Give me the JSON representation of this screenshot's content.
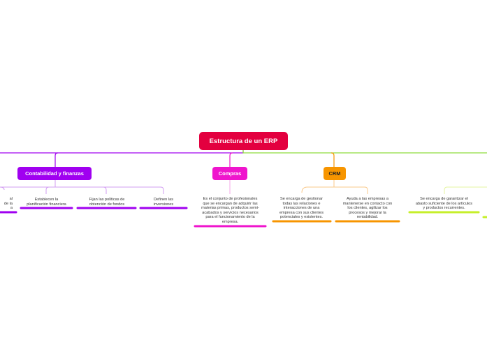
{
  "root": {
    "label": "Estructura de un ERP",
    "color": "#e3003f"
  },
  "branches": {
    "contabilidad": {
      "label": "Contabilidad y finanzas",
      "color": "#a000f0",
      "leaves": {
        "partial": "al\nde la\na",
        "planificacion": "Establecen la\nplanificación financiera",
        "politicas": "Fijan las políticas de\nobtención de fondos",
        "inversiones": "Definen las\ninversiones"
      }
    },
    "compras": {
      "label": "Compras",
      "color": "#ef15cd",
      "leaves": {
        "definicion": "Es el conjunto de profesionales\nque se encargan de adquirir las\nmaterias primas, productos semi-\nacabados y servicios necesarios\npara el funcionamiento de la\nempresa."
      }
    },
    "crm": {
      "label": "CRM",
      "color": "#f79500",
      "leaves": {
        "relaciones": "Se encarga de gestionar\ntodas las relaciones e\ninteracciones de una\nempresa con sus clientes\npotenciales y existentes.",
        "contacto": "Ayuda a las empresas a\nmantenerse en contacto con\nlos clientes, agilizar los\nprocesos y mejorar la\nrentabilidad."
      }
    },
    "inventario": {
      "color": "#b3e61e",
      "leaves": {
        "abasto": "Se encarga de garantizar el\nabasto suficiente de los artículos\ny productos recurrentes."
      }
    }
  }
}
